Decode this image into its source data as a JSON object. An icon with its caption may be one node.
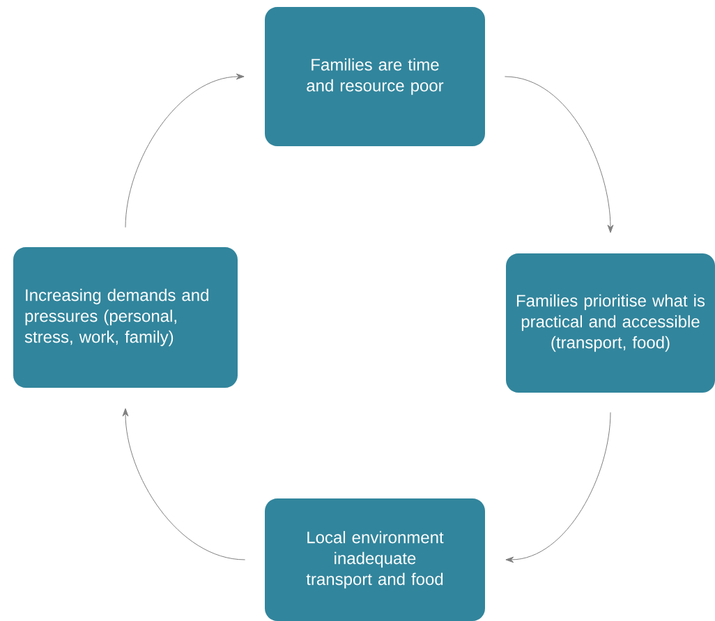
{
  "diagram": {
    "nodes": [
      {
        "text": [
          "Families are time and resource poor"
        ]
      },
      {
        "text": [
          "Families prioritise what is  practical and accessible (transport, food)"
        ]
      },
      {
        "text": [
          "Local environment inadequate transport and food"
        ]
      },
      {
        "text": [
          "Increasing demands and pressures (personal, stress, work, family)"
        ]
      }
    ],
    "edges": [
      {
        "from": 0,
        "to": 1,
        "arrow": "to"
      },
      {
        "from": 1,
        "to": 2,
        "arrow": "to"
      },
      {
        "from": 2,
        "to": 3,
        "arrow": "to"
      },
      {
        "from": 3,
        "to": 0,
        "arrow": "to"
      }
    ]
  }
}
